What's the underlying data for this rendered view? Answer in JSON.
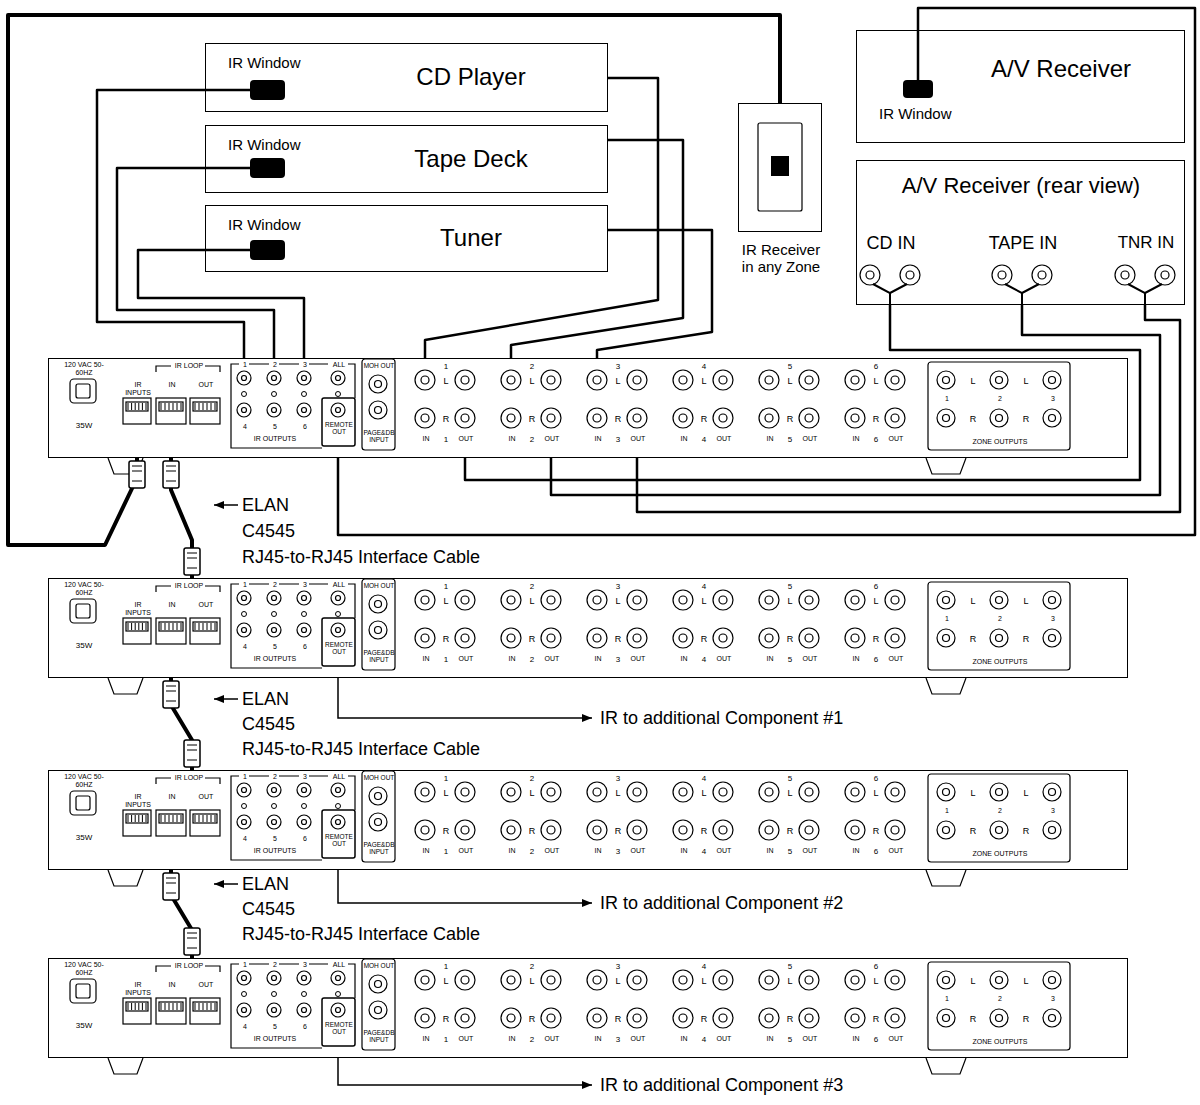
{
  "diagram": {
    "nodes": [
      {
        "text": [
          "IR Window",
          "CD Player"
        ]
      },
      {
        "text": [
          "IR Window",
          "Tape Deck"
        ]
      },
      {
        "text": [
          "IR Window",
          "Tuner"
        ]
      },
      {
        "text": [
          "IR Receiver in any Zone"
        ]
      },
      {
        "text": [
          "IR Window",
          "A/V Receiver"
        ]
      },
      {
        "text": [
          "A/V Receiver (rear view)",
          "CD IN",
          "TAPE IN",
          "TNR IN"
        ]
      },
      {
        "text": [
          "120 VAC 50-60HZ",
          "35W",
          "IR INPUTS",
          "IR LOOP",
          "IN",
          "OUT",
          "1",
          "2",
          "3",
          "ALL",
          "4",
          "5",
          "6",
          "IR OUTPUTS",
          "REMOTE OUT",
          "MOH OUT",
          "PAGE&DB INPUT",
          "1",
          "L",
          "R",
          "IN",
          "1",
          "OUT",
          "2",
          "L",
          "R",
          "IN",
          "2",
          "OUT",
          "3",
          "L",
          "R",
          "IN",
          "3",
          "OUT",
          "4",
          "L",
          "R",
          "IN",
          "4",
          "OUT",
          "5",
          "L",
          "R",
          "IN",
          "5",
          "OUT",
          "6",
          "L",
          "R",
          "IN",
          "6",
          "OUT",
          "L",
          "L",
          "R",
          "R",
          "1",
          "2",
          "3",
          "ZONE OUTPUTS"
        ]
      },
      {
        "text": [
          "120 VAC 50-60HZ",
          "35W",
          "IR INPUTS",
          "IR LOOP",
          "IN",
          "OUT",
          "1",
          "2",
          "3",
          "ALL",
          "4",
          "5",
          "6",
          "IR OUTPUTS",
          "REMOTE OUT",
          "MOH OUT",
          "PAGE&DB INPUT",
          "1",
          "L",
          "R",
          "IN",
          "1",
          "OUT",
          "2",
          "L",
          "R",
          "IN",
          "2",
          "OUT",
          "3",
          "L",
          "R",
          "IN",
          "3",
          "OUT",
          "4",
          "L",
          "R",
          "IN",
          "4",
          "OUT",
          "5",
          "L",
          "R",
          "IN",
          "5",
          "OUT",
          "6",
          "L",
          "R",
          "IN",
          "6",
          "OUT",
          "L",
          "L",
          "R",
          "R",
          "1",
          "2",
          "3",
          "ZONE OUTPUTS"
        ]
      },
      {
        "text": [
          "120 VAC 50-60HZ",
          "35W",
          "IR INPUTS",
          "IR LOOP",
          "IN",
          "OUT",
          "1",
          "2",
          "3",
          "ALL",
          "4",
          "5",
          "6",
          "IR OUTPUTS",
          "REMOTE OUT",
          "MOH OUT",
          "PAGE&DB INPUT",
          "1",
          "L",
          "R",
          "IN",
          "1",
          "OUT",
          "2",
          "L",
          "R",
          "IN",
          "2",
          "OUT",
          "3",
          "L",
          "R",
          "IN",
          "3",
          "OUT",
          "4",
          "L",
          "R",
          "IN",
          "4",
          "OUT",
          "5",
          "L",
          "R",
          "IN",
          "5",
          "OUT",
          "6",
          "L",
          "R",
          "IN",
          "6",
          "OUT",
          "L",
          "L",
          "R",
          "R",
          "1",
          "2",
          "3",
          "ZONE OUTPUTS"
        ]
      },
      {
        "text": [
          "120 VAC 50-60HZ",
          "35W",
          "IR INPUTS",
          "IR LOOP",
          "IN",
          "OUT",
          "1",
          "2",
          "3",
          "ALL",
          "4",
          "5",
          "6",
          "IR OUTPUTS",
          "REMOTE OUT",
          "MOH OUT",
          "PAGE&DB INPUT",
          "1",
          "L",
          "R",
          "IN",
          "1",
          "OUT",
          "2",
          "L",
          "R",
          "IN",
          "2",
          "OUT",
          "3",
          "L",
          "R",
          "IN",
          "3",
          "OUT",
          "4",
          "L",
          "R",
          "IN",
          "4",
          "OUT",
          "5",
          "L",
          "R",
          "IN",
          "5",
          "OUT",
          "6",
          "L",
          "R",
          "IN",
          "6",
          "OUT",
          "L",
          "L",
          "R",
          "R",
          "1",
          "2",
          "3",
          "ZONE OUTPUTS"
        ]
      }
    ],
    "edges": [
      {
        "from": 6,
        "to": 0,
        "arrow": "none"
      },
      {
        "from": 6,
        "to": 1,
        "arrow": "none"
      },
      {
        "from": 6,
        "to": 2,
        "arrow": "none"
      },
      {
        "from": 0,
        "to": 6,
        "arrow": "none"
      },
      {
        "from": 1,
        "to": 6,
        "arrow": "none"
      },
      {
        "from": 2,
        "to": 6,
        "arrow": "none"
      },
      {
        "from": 6,
        "to": 5,
        "arrow": "none"
      },
      {
        "from": 6,
        "to": 5,
        "arrow": "none"
      },
      {
        "from": 6,
        "to": 5,
        "arrow": "none"
      },
      {
        "from": 6,
        "to": 4,
        "arrow": "none"
      },
      {
        "from": 3,
        "to": 6,
        "arrow": "none"
      },
      {
        "from": 6,
        "to": 7,
        "arrow": "none"
      },
      {
        "from": 7,
        "to": 8,
        "arrow": "none"
      },
      {
        "from": 8,
        "to": 9,
        "arrow": "none"
      }
    ],
    "labels": [
      "ELAN",
      "C4545",
      "RJ45-to-RJ45 Interface Cable",
      "ELAN",
      "IR to additional Component #1",
      "C4545",
      "RJ45-to-RJ45 Interface Cable",
      "ELAN",
      "IR to additional Component #2",
      "C4545",
      "RJ45-to-RJ45 Interface Cable",
      "IR to additional Component #3"
    ]
  }
}
